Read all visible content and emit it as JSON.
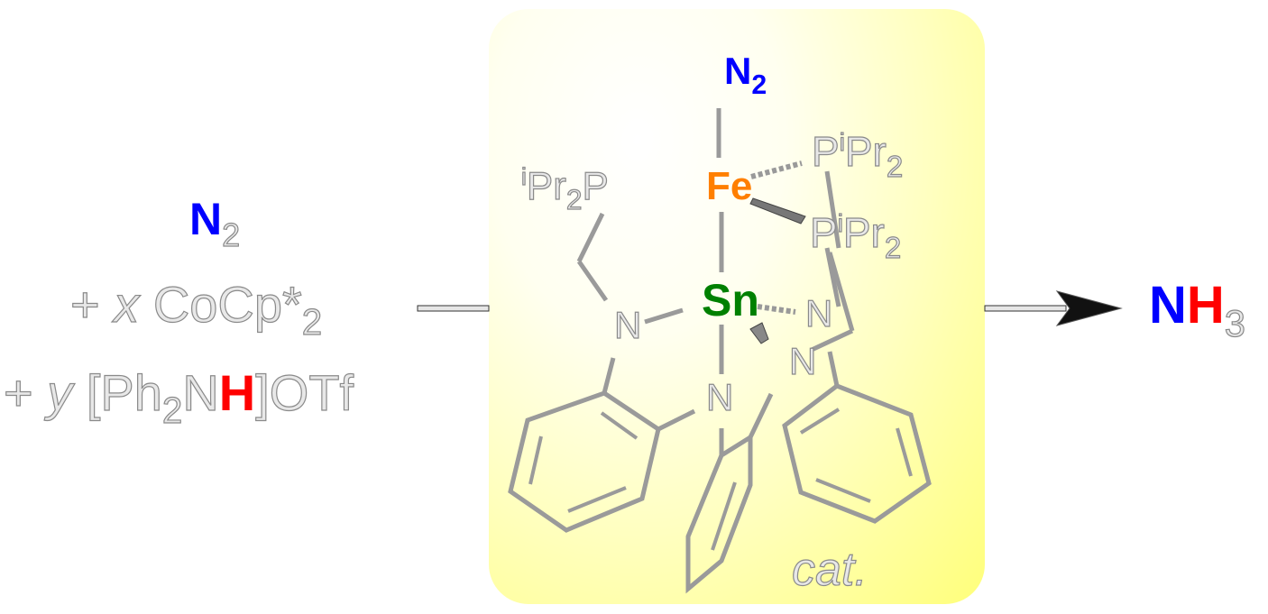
{
  "reactants": {
    "n2": {
      "symbol": "N",
      "subscript": "2",
      "color": "#0000ff"
    },
    "reductant": {
      "prefix": "+",
      "coeff": "x",
      "formula": "CoCp*",
      "subscript": "2"
    },
    "acid": {
      "prefix": "+",
      "coeff": "y",
      "open_bracket": "[",
      "formula_a": "Ph",
      "subscript": "2",
      "formula_b": "N",
      "proton": "H",
      "proton_color": "#ff0000",
      "close_bracket": "]",
      "counterion": "OTf"
    }
  },
  "catalyst": {
    "label": "cat.",
    "background_color": "#ffff80",
    "metal_fe": {
      "symbol": "Fe",
      "color": "#ff7f00"
    },
    "metal_sn": {
      "symbol": "Sn",
      "color": "#008000"
    },
    "apical_ligand": {
      "symbol": "N",
      "subscript": "2",
      "color": "#0000ff"
    },
    "phosphines": [
      {
        "label_pre": "i",
        "label": "Pr",
        "sub": "2",
        "tail": "P"
      },
      {
        "label_head": "P",
        "sup": "i",
        "label": "Pr",
        "sub": "2"
      },
      {
        "label_head": "P",
        "sup": "i",
        "label": "Pr",
        "sub": "2"
      }
    ],
    "amide_n_label": "N"
  },
  "product": {
    "n": "N",
    "n_color": "#0000ff",
    "h": "H",
    "h_color": "#ff0000",
    "subscript": "3"
  }
}
